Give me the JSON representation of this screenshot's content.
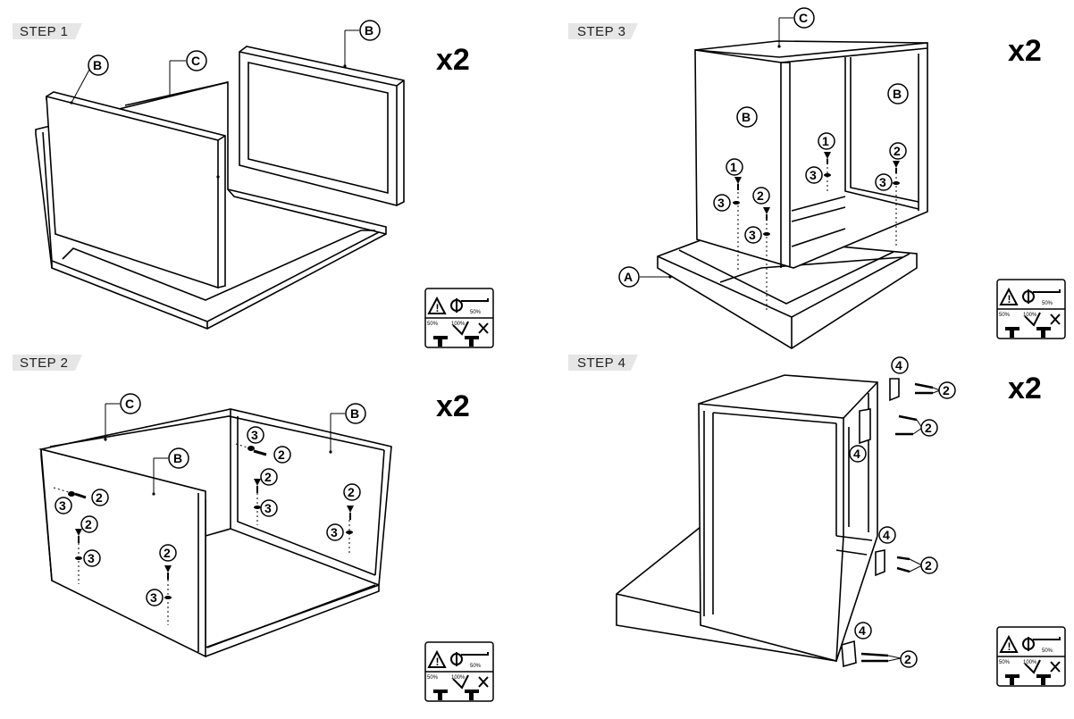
{
  "steps": [
    {
      "label": "STEP 1",
      "multiplier": "x2",
      "callouts": [
        "B",
        "C",
        "B"
      ]
    },
    {
      "label": "STEP 2",
      "multiplier": "x2",
      "callouts": [
        "C",
        "B",
        "B"
      ]
    },
    {
      "label": "STEP 3",
      "multiplier": "x2",
      "callouts": [
        "C",
        "B",
        "B",
        "A"
      ]
    },
    {
      "label": "STEP 4",
      "multiplier": "x2",
      "callouts": []
    }
  ],
  "parts": {
    "A": "A",
    "B": "B",
    "C": "C"
  },
  "hardware": {
    "n1": "1",
    "n2": "2",
    "n3": "3",
    "n4": "4"
  },
  "warning_badge": {
    "pct_low": "50%",
    "pct_a": "50%",
    "pct_b": "100%"
  }
}
